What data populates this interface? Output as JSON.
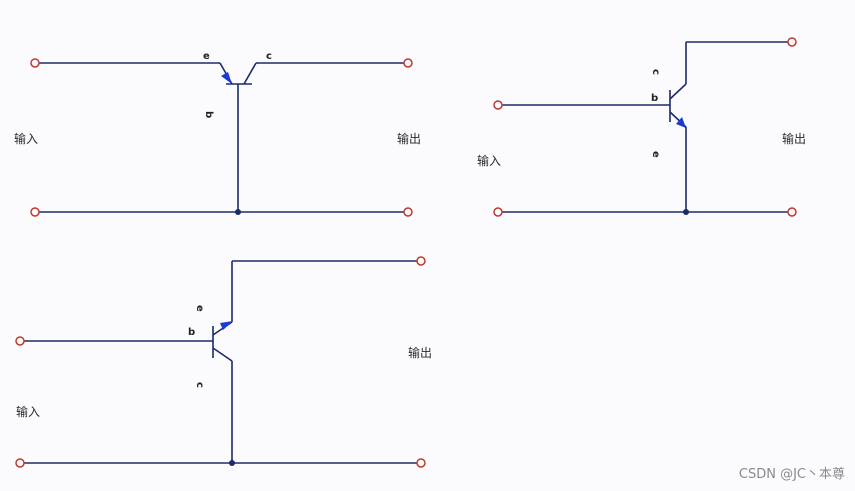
{
  "colors": {
    "wire": "#1c2a6b",
    "arrow": "#1a3ad6",
    "terminal": "#c0392b",
    "background": "#fbfbfe"
  },
  "circuit_cb": {
    "pin_e": "e",
    "pin_c": "c",
    "pin_b": "b",
    "input": "输入",
    "output": "输出"
  },
  "circuit_ce": {
    "pin_c": "c",
    "pin_b": "b",
    "pin_e": "e",
    "input": "输入",
    "output": "输出"
  },
  "circuit_cc": {
    "pin_e": "e",
    "pin_b": "b",
    "pin_c": "c",
    "input": "输入",
    "output": "输出"
  },
  "watermark": "CSDN @JC丶本尊"
}
